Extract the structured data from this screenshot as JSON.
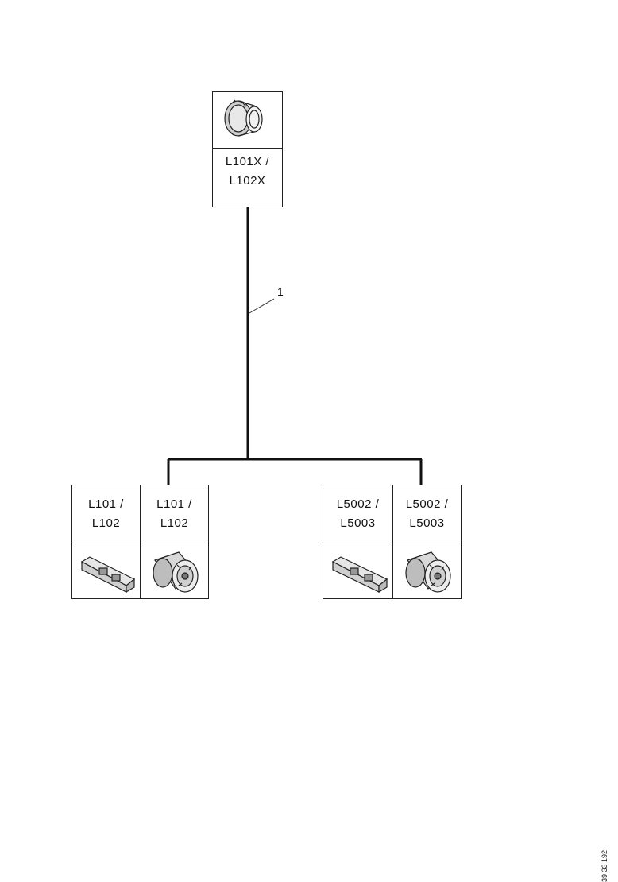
{
  "top_connector": {
    "line1": "L101X /",
    "line2": "L102X"
  },
  "callout": "1",
  "bottom_left": [
    {
      "line1": "L101 /",
      "line2": "L102",
      "icon": "rectangular-connector-icon"
    },
    {
      "line1": "L101 /",
      "line2": "L102",
      "icon": "round-connector-icon"
    }
  ],
  "bottom_right": [
    {
      "line1": "L5002 /",
      "line2": "L5003",
      "icon": "rectangular-connector-icon"
    },
    {
      "line1": "L5002 /",
      "line2": "L5003",
      "icon": "round-connector-icon"
    }
  ],
  "figure_number": "39 33 192"
}
